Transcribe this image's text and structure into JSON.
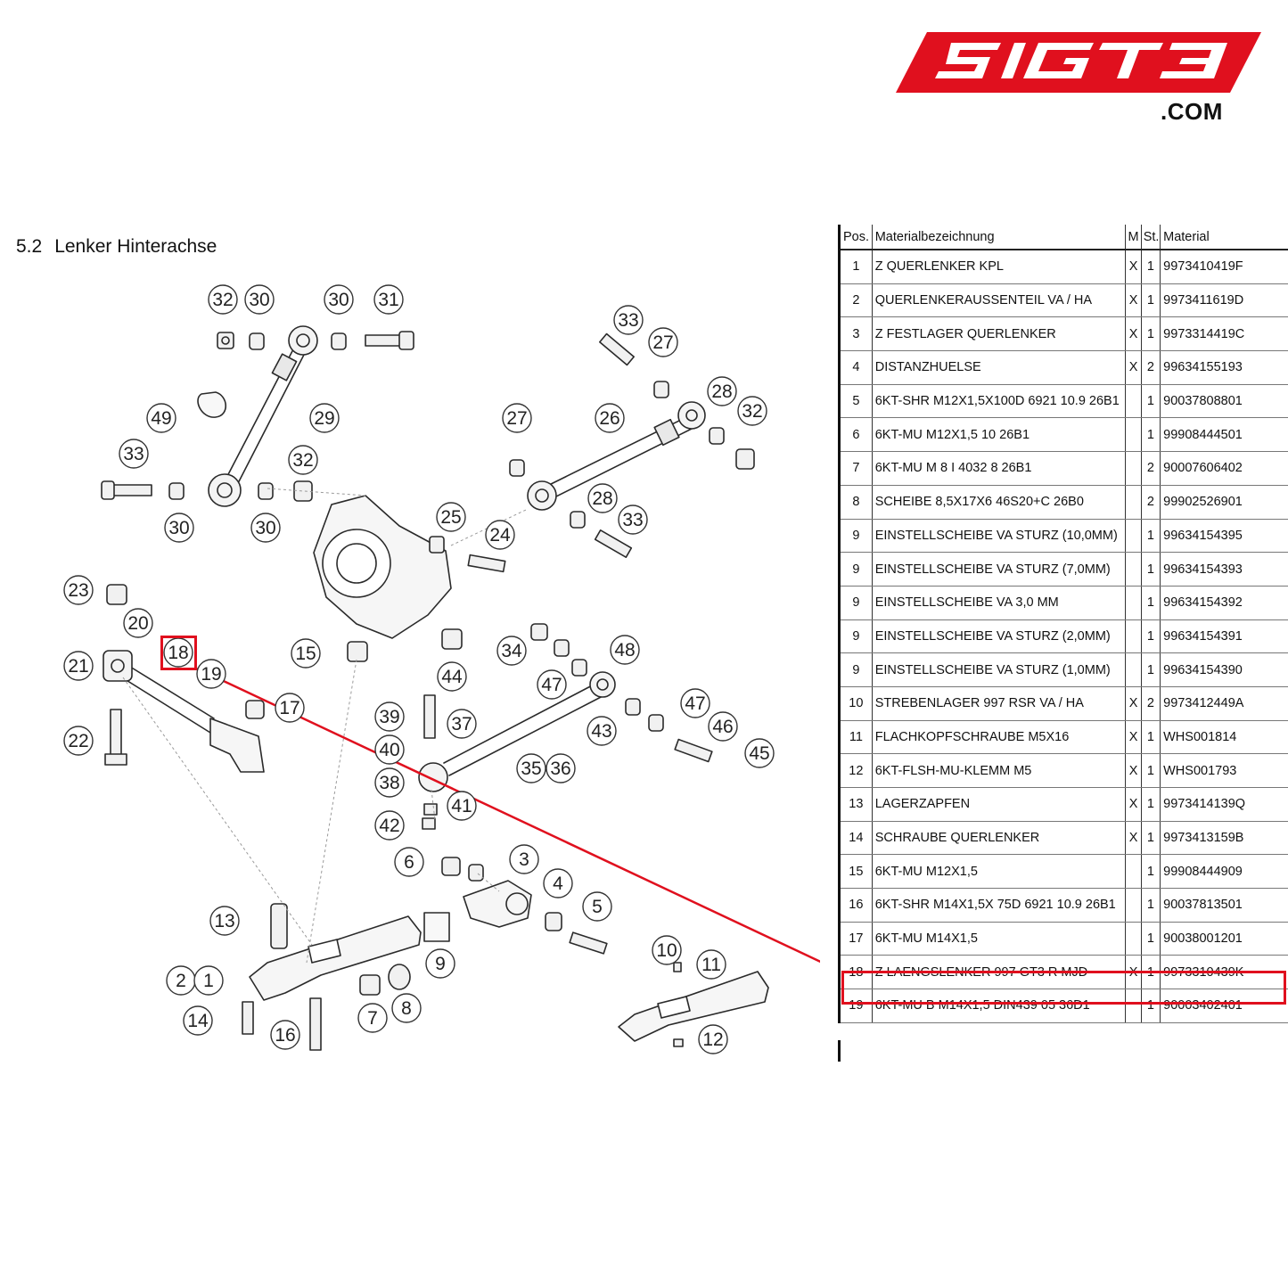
{
  "brand": {
    "logo_text": "5IGT3",
    "domain_text": ".COM",
    "color": "#e0101e"
  },
  "section": {
    "number": "5.2",
    "title": "Lenker Hinterachse"
  },
  "table": {
    "headers": {
      "pos": "Pos.",
      "name": "Materialbezeichnung",
      "m": "M",
      "st": "St.",
      "material": "Material"
    },
    "rows": [
      {
        "pos": "1",
        "name": "Z QUERLENKER KPL",
        "m": "X",
        "st": "1",
        "material": "9973410419F"
      },
      {
        "pos": "2",
        "name": "QUERLENKERAUSSENTEIL VA / HA",
        "m": "X",
        "st": "1",
        "material": "9973411619D"
      },
      {
        "pos": "3",
        "name": "Z FESTLAGER QUERLENKER",
        "m": "X",
        "st": "1",
        "material": "9973314419C"
      },
      {
        "pos": "4",
        "name": "DISTANZHUELSE",
        "m": "X",
        "st": "2",
        "material": "99634155193"
      },
      {
        "pos": "5",
        "name": "6KT-SHR M12X1,5X100D 6921 10.9 26B1",
        "m": "",
        "st": "1",
        "material": "90037808801"
      },
      {
        "pos": "6",
        "name": "6KT-MU M12X1,5 10 26B1",
        "m": "",
        "st": "1",
        "material": "99908444501"
      },
      {
        "pos": "7",
        "name": "6KT-MU M 8 I 4032 8 26B1",
        "m": "",
        "st": "2",
        "material": "90007606402"
      },
      {
        "pos": "8",
        "name": "SCHEIBE 8,5X17X6 46S20+C 26B0",
        "m": "",
        "st": "2",
        "material": "99902526901"
      },
      {
        "pos": "9",
        "name": "EINSTELLSCHEIBE VA STURZ (10,0MM)",
        "m": "",
        "st": "1",
        "material": "99634154395"
      },
      {
        "pos": "9",
        "name": "EINSTELLSCHEIBE VA STURZ (7,0MM)",
        "m": "",
        "st": "1",
        "material": "99634154393"
      },
      {
        "pos": "9",
        "name": "EINSTELLSCHEIBE VA 3,0 MM",
        "m": "",
        "st": "1",
        "material": "99634154392"
      },
      {
        "pos": "9",
        "name": "EINSTELLSCHEIBE VA STURZ (2,0MM)",
        "m": "",
        "st": "1",
        "material": "99634154391"
      },
      {
        "pos": "9",
        "name": "EINSTELLSCHEIBE VA STURZ (1,0MM)",
        "m": "",
        "st": "1",
        "material": "99634154390"
      },
      {
        "pos": "10",
        "name": "STREBENLAGER 997 RSR VA / HA",
        "m": "X",
        "st": "2",
        "material": "9973412449A"
      },
      {
        "pos": "11",
        "name": "FLACHKOPFSCHRAUBE M5X16",
        "m": "X",
        "st": "1",
        "material": "WHS001814"
      },
      {
        "pos": "12",
        "name": "6KT-FLSH-MU-KLEMM M5",
        "m": "X",
        "st": "1",
        "material": "WHS001793"
      },
      {
        "pos": "13",
        "name": "LAGERZAPFEN",
        "m": "X",
        "st": "1",
        "material": "9973414139Q"
      },
      {
        "pos": "14",
        "name": "SCHRAUBE QUERLENKER",
        "m": "X",
        "st": "1",
        "material": "9973413159B"
      },
      {
        "pos": "15",
        "name": "6KT-MU M12X1,5",
        "m": "",
        "st": "1",
        "material": "99908444909"
      },
      {
        "pos": "16",
        "name": "6KT-SHR M14X1,5X 75D 6921 10.9 26B1",
        "m": "",
        "st": "1",
        "material": "90037813501"
      },
      {
        "pos": "17",
        "name": "6KT-MU M14X1,5",
        "m": "",
        "st": "1",
        "material": "90038001201"
      },
      {
        "pos": "18",
        "name": "Z LAENGSLENKER 997 GT3 R MJD",
        "m": "X",
        "st": "1",
        "material": "9973310439K"
      },
      {
        "pos": "19",
        "name": "6KT-MU B M14X1,5 DIN439 05 36D1",
        "m": "",
        "st": "1",
        "material": "90003402401"
      }
    ],
    "highlighted_pos": "18",
    "highlight_color": "#e0101e"
  },
  "callouts": [
    {
      "label": "32"
    },
    {
      "label": "30"
    },
    {
      "label": "30"
    },
    {
      "label": "31"
    },
    {
      "label": "49"
    },
    {
      "label": "29"
    },
    {
      "label": "33"
    },
    {
      "label": "32"
    },
    {
      "label": "30"
    },
    {
      "label": "30"
    },
    {
      "label": "33"
    },
    {
      "label": "27"
    },
    {
      "label": "27"
    },
    {
      "label": "26"
    },
    {
      "label": "28"
    },
    {
      "label": "32"
    },
    {
      "label": "25"
    },
    {
      "label": "24"
    },
    {
      "label": "28"
    },
    {
      "label": "33"
    },
    {
      "label": "23"
    },
    {
      "label": "20"
    },
    {
      "label": "18"
    },
    {
      "label": "21"
    },
    {
      "label": "19"
    },
    {
      "label": "17"
    },
    {
      "label": "22"
    },
    {
      "label": "15"
    },
    {
      "label": "44"
    },
    {
      "label": "34"
    },
    {
      "label": "48"
    },
    {
      "label": "47"
    },
    {
      "label": "39"
    },
    {
      "label": "37"
    },
    {
      "label": "43"
    },
    {
      "label": "47"
    },
    {
      "label": "46"
    },
    {
      "label": "45"
    },
    {
      "label": "40"
    },
    {
      "label": "38"
    },
    {
      "label": "35"
    },
    {
      "label": "36"
    },
    {
      "label": "41"
    },
    {
      "label": "42"
    },
    {
      "label": "6"
    },
    {
      "label": "3"
    },
    {
      "label": "4"
    },
    {
      "label": "5"
    },
    {
      "label": "13"
    },
    {
      "label": "9"
    },
    {
      "label": "10"
    },
    {
      "label": "11"
    },
    {
      "label": "2"
    },
    {
      "label": "1"
    },
    {
      "label": "7"
    },
    {
      "label": "8"
    },
    {
      "label": "14"
    },
    {
      "label": "16"
    },
    {
      "label": "12"
    }
  ]
}
